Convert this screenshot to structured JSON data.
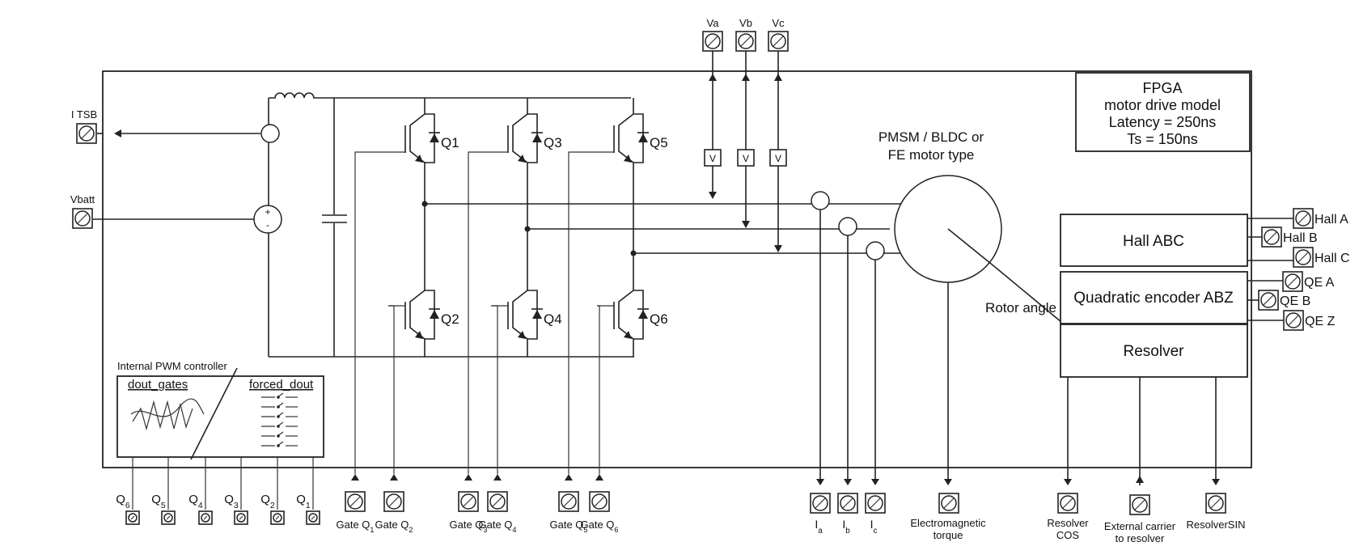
{
  "fpga": {
    "line1": "FPGA",
    "line2": "motor drive model",
    "line3": "Latency = 250ns",
    "line4": "Ts = 150ns"
  },
  "motor": {
    "line1": "PMSM / BLDC or",
    "line2": "FE motor type",
    "rotor_label": "Rotor angle"
  },
  "sensors": {
    "hall": "Hall ABC",
    "encoder": "Quadratic encoder ABZ",
    "resolver": "Resolver"
  },
  "left_terminals": {
    "itsb": "I TSB",
    "vbatt": "Vbatt"
  },
  "voltage_terminals": [
    "Va",
    "Vb",
    "Vc"
  ],
  "voltmeter_symbol": "V",
  "source_sign": {
    "plus": "+",
    "minus": "-"
  },
  "switches": [
    "Q1",
    "Q2",
    "Q3",
    "Q4",
    "Q5",
    "Q6"
  ],
  "pwm": {
    "title": "Internal PWM controller",
    "dout_gates": "dout_gates",
    "forced_dout": "forced_dout"
  },
  "pwm_outputs": [
    {
      "base": "Q",
      "sub": "6"
    },
    {
      "base": "Q",
      "sub": "5"
    },
    {
      "base": "Q",
      "sub": "4"
    },
    {
      "base": "Q",
      "sub": "3"
    },
    {
      "base": "Q",
      "sub": "2"
    },
    {
      "base": "Q",
      "sub": "1"
    }
  ],
  "gate_inputs": [
    {
      "base": "Gate Q",
      "sub": "1"
    },
    {
      "base": "Gate Q",
      "sub": "2"
    },
    {
      "base": "Gate Q",
      "sub": "3"
    },
    {
      "base": "Gate Q",
      "sub": "4"
    },
    {
      "base": "Gate Q",
      "sub": "5"
    },
    {
      "base": "Gate Q",
      "sub": "6"
    }
  ],
  "current_outputs": [
    {
      "base": "I",
      "sub": "a"
    },
    {
      "base": "I",
      "sub": "b"
    },
    {
      "base": "I",
      "sub": "c"
    }
  ],
  "bottom_right": {
    "torque_l1": "Electromagnetic",
    "torque_l2": "torque",
    "cos_l1": "Resolver",
    "cos_l2": "COS",
    "carrier_l1": "External carrier",
    "carrier_l2": "to resolver",
    "sin": "ResolverSIN"
  },
  "right_terminals": {
    "hall_a": "Hall A",
    "hall_b": "Hall B",
    "hall_c": "Hall C",
    "qe_a": "QE A",
    "qe_b": "QE B",
    "qe_z": "QE Z"
  }
}
